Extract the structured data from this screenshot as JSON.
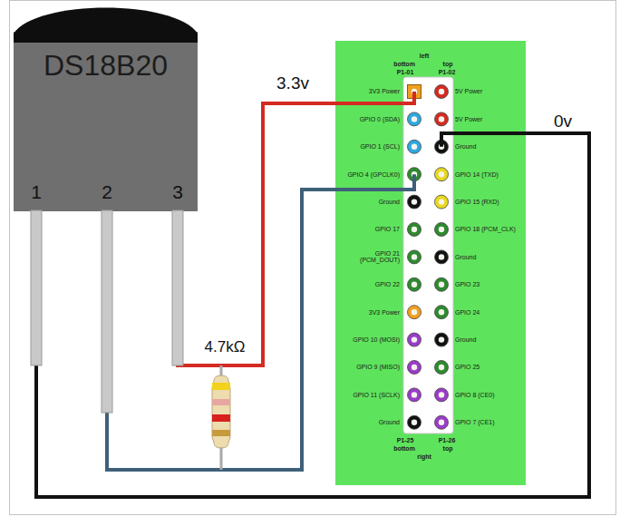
{
  "diagram": {
    "nodes": [
      {
        "text": [
          "DS18B20"
        ]
      },
      {
        "text": [
          "left",
          "bottom",
          "P1-01",
          "top",
          "P1-02",
          "3V3 Power",
          "5V Power",
          "GPIO 0 (SDA)",
          "5V Power",
          "GPIO 1 (SCL)",
          "Ground",
          "GPIO 4 (GPCLK0)",
          "GPIO 14 (TXD)",
          "Ground",
          "GPIO 15 (RXD)",
          "GPIO 17",
          "GPIO 18 (PCM_CLK)",
          "GPIO 21 (PCM_DOUT)",
          "Ground",
          "GPIO 22",
          "GPIO 23",
          "3V3 Power",
          "GPIO 24",
          "GPIO 10 (MOSI)",
          "Ground",
          "GPIO 9 (MISO)",
          "GPIO 25",
          "GPIO 11 (SCLK)",
          "GPIO 8 (CE0)",
          "Ground",
          "GPIO 7 (CE1)",
          "P1-25",
          "P1-26",
          "bottom",
          "top",
          "right"
        ]
      }
    ],
    "edges": [
      {
        "from": 0,
        "to": 1,
        "arrow": "none",
        "label": "0v"
      },
      {
        "from": 0,
        "to": 1,
        "arrow": "none"
      },
      {
        "from": 0,
        "to": 1,
        "arrow": "none",
        "label": "3.3v"
      }
    ],
    "labels": [
      "1",
      "2",
      "3",
      "4.7kΩ"
    ]
  }
}
